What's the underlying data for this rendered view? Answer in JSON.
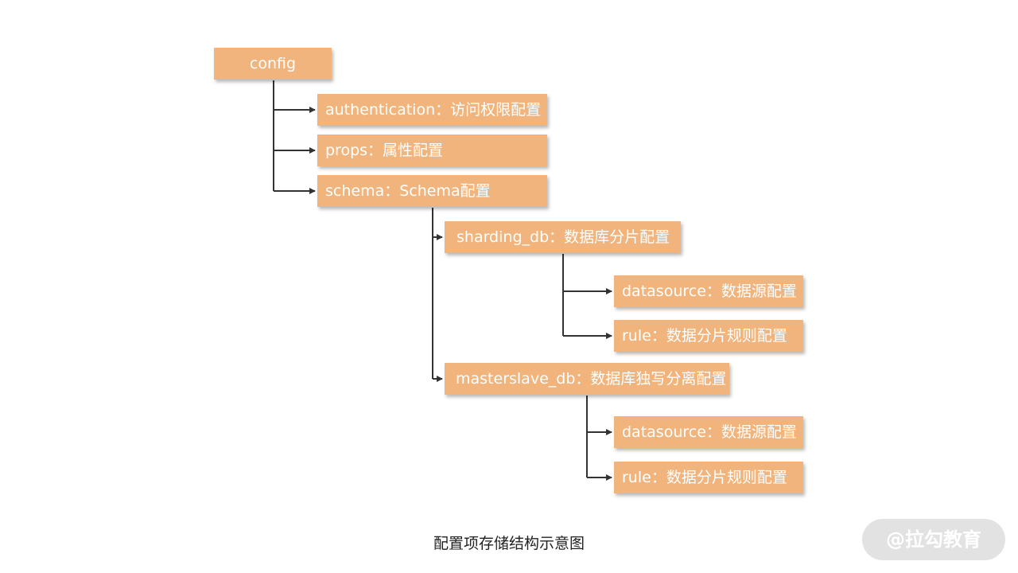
{
  "nodes": {
    "config": "config",
    "authentication": "authentication：访问权限配置",
    "props": "props：属性配置",
    "schema": "schema：Schema配置",
    "sharding_db": "sharding_db：数据库分片配置",
    "sharding_datasource": "datasource：数据源配置",
    "sharding_rule": "rule：数据分片规则配置",
    "masterslave_db": "masterslave_db：数据库独写分离配置",
    "masterslave_datasource": "datasource：数据源配置",
    "masterslave_rule": "rule：数据分片规则配置"
  },
  "caption": "配置项存储结构示意图",
  "watermark": "@拉勾教育",
  "colors": {
    "node_fill": "#f0b47c",
    "node_text": "#ffffff",
    "connector": "#333333"
  }
}
